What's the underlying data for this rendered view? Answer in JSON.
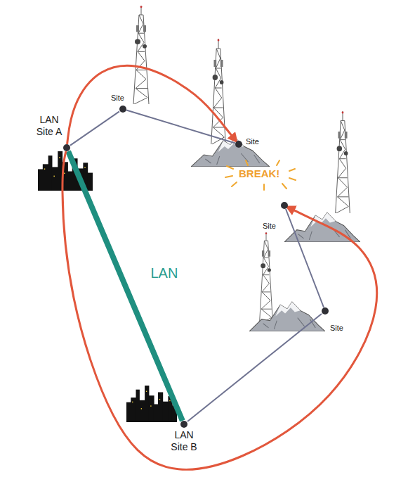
{
  "diagram": {
    "nodes": [
      {
        "text": [
          "LAN Site A"
        ]
      },
      {
        "text": [
          "Site"
        ]
      },
      {
        "text": [
          "Site"
        ]
      },
      {
        "text": [
          "Site"
        ]
      },
      {
        "text": [
          "Site"
        ]
      },
      {
        "text": [
          "LAN Site B"
        ]
      }
    ],
    "edges": [
      {
        "from": 0,
        "to": 1,
        "arrow": "none"
      },
      {
        "from": 1,
        "to": 2,
        "arrow": "none"
      },
      {
        "from": 3,
        "to": 4,
        "arrow": "none"
      },
      {
        "from": 4,
        "to": 5,
        "arrow": "none"
      },
      {
        "from": 0,
        "to": 5,
        "label": "LAN",
        "arrow": "none"
      },
      {
        "from": 0,
        "to": 2,
        "arrow": "to"
      },
      {
        "from": 0,
        "to": 3,
        "arrow": "to"
      }
    ],
    "labels": [
      "BREAK!"
    ]
  }
}
